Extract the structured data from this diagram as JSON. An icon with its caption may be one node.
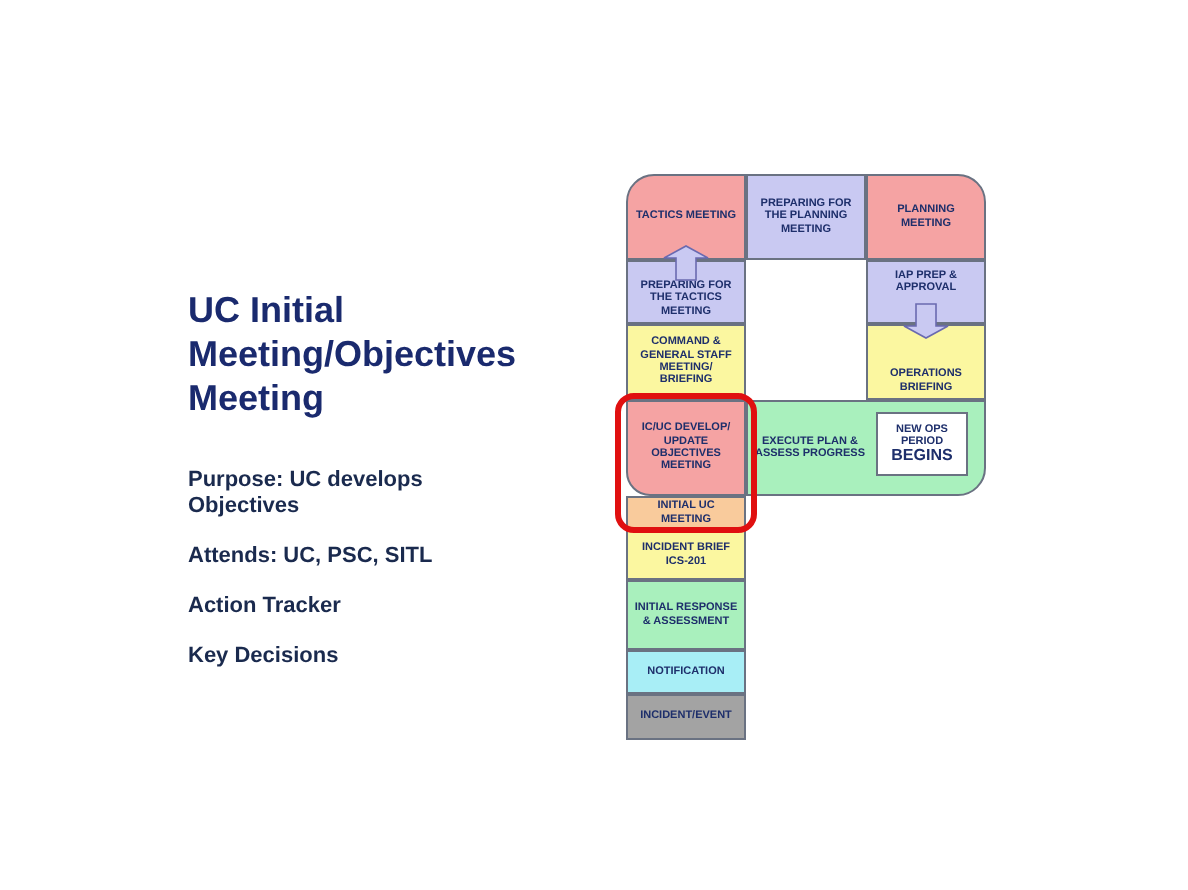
{
  "diagram": {
    "title": "UC Initial Meeting/Objectives Meeting",
    "nodes": [
      {
        "text": [
          "TACTICS MEETING"
        ]
      },
      {
        "text": [
          "PREPARING FOR THE PLANNING MEETING"
        ]
      },
      {
        "text": [
          "PLANNING MEETING"
        ]
      },
      {
        "text": [
          "PREPARING FOR THE TACTICS MEETING"
        ]
      },
      {
        "text": [
          "IAP PREP & APPROVAL"
        ]
      },
      {
        "text": [
          "COMMAND & GENERAL STAFF MEETING/ BRIEFING"
        ]
      },
      {
        "text": [
          "OPERATIONS BRIEFING"
        ]
      },
      {
        "text": [
          "IC/UC DEVELOP/ UPDATE OBJECTIVES MEETING"
        ]
      },
      {
        "text": [
          "EXECUTE PLAN & ASSESS PROGRESS"
        ]
      },
      {
        "text": [
          "NEW OPS PERIOD",
          "BEGINS"
        ],
        "in": 8
      },
      {
        "text": [
          "INITIAL UC MEETING"
        ]
      },
      {
        "text": [
          "INCIDENT BRIEF ICS-201"
        ]
      },
      {
        "text": [
          "INITIAL RESPONSE & ASSESSMENT"
        ]
      },
      {
        "text": [
          "NOTIFICATION"
        ]
      },
      {
        "text": [
          "INCIDENT/EVENT"
        ]
      }
    ],
    "edges": [
      {
        "from": 3,
        "to": 0,
        "arrow": "to"
      },
      {
        "from": 4,
        "to": 6,
        "arrow": "to"
      }
    ],
    "labels": [
      "Purpose: UC develops Objectives",
      "Attends: UC, PSC, SITL",
      "Action Tracker",
      "Key Decisions"
    ]
  }
}
